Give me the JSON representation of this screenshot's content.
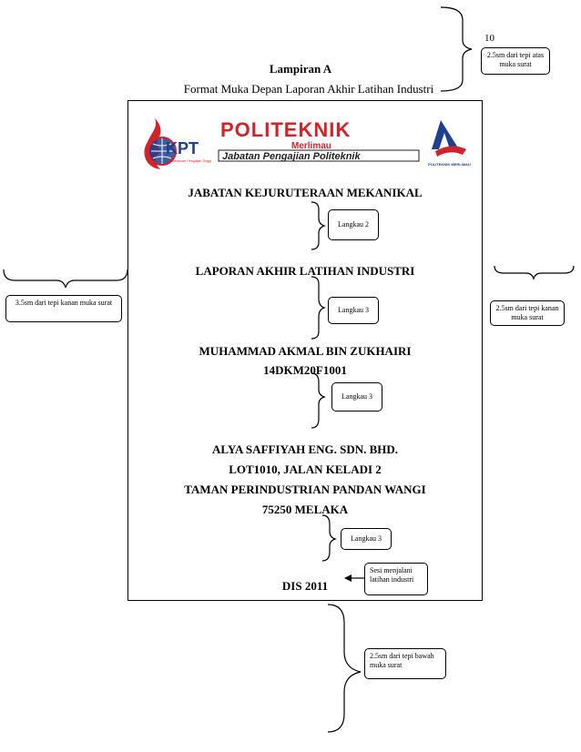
{
  "page_number": "10",
  "heading": {
    "title": "Lampiran A",
    "subtitle": "Format Muka Depan Laporan Akhir Latihan Industri"
  },
  "logo": {
    "kpt_text": "KPT",
    "kpt_small": "Kementerian Pengajian Tinggi",
    "politeknik_text": "POLITEKNIK",
    "campus_text": "Merlimau",
    "department_text": "Jabatan Pengajian Politeknik",
    "right_logo_text": "POLITEKNIK MERLIMAU"
  },
  "cover": {
    "department": "JABATAN KEJURUTERAAN MEKANIKAL",
    "report_title": "LAPORAN AKHIR LATIHAN INDUSTRI",
    "student_name": "MUHAMMAD AKMAL BIN ZUKHAIRI",
    "student_id": "14DKM20F1001",
    "company_name": "ALYA SAFFIYAH ENG. SDN. BHD.",
    "address_1": "LOT1010, JALAN KELADI 2",
    "address_2": "TAMAN PERINDUSTRIAN PANDAN WANGI",
    "address_3": "75250 MELAKA",
    "session": "DIS 2011"
  },
  "annotations": {
    "top_margin": "2.5sm dari tepi atas muka surat",
    "left_margin": "3.5sm dari tepi kanan muka surat",
    "right_margin": "2.5sm dari tepi kanan muka surat",
    "bottom_margin": "2.5sm dari tepi bawah muka surat",
    "spacing_1": "Langkau 2",
    "spacing_2": "Langkau 3",
    "spacing_3": "Langkau 3",
    "spacing_4": "Langkau 3",
    "session_note": "Sesi menjalani latihan industri"
  },
  "colors": {
    "logo_red": "#d2232a",
    "logo_blue": "#1f3f8f",
    "logo_dark": "#231f20"
  }
}
